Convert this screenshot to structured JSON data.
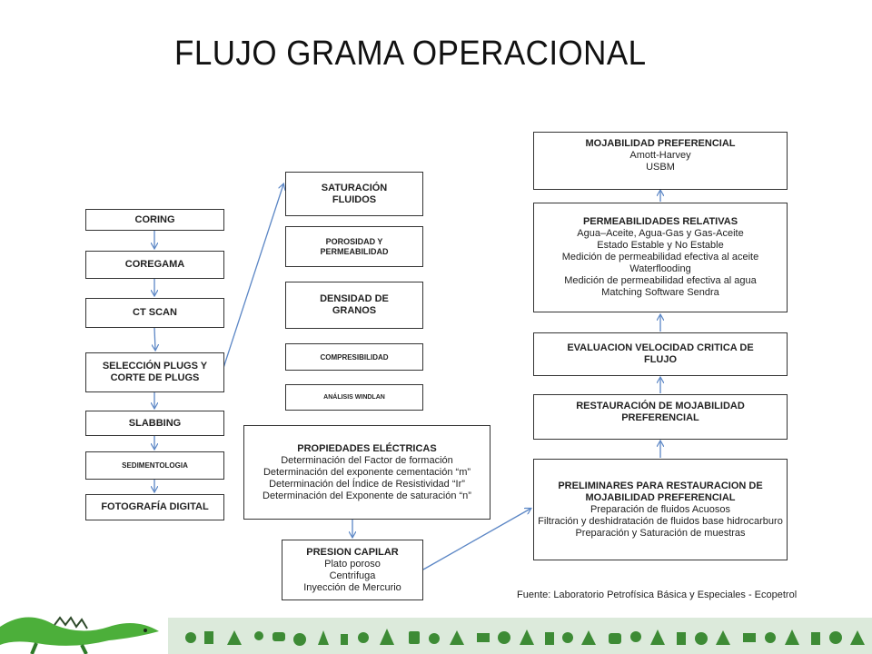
{
  "title": "FLUJO GRAMA OPERACIONAL",
  "column1": [
    "CORING",
    "COREGAMA",
    "CT SCAN",
    "SELECCIÓN PLUGS Y CORTE DE PLUGS",
    "SLABBING",
    "SEDIMENTOLOGIA",
    "FOTOGRAFÍA DIGITAL"
  ],
  "column2": {
    "saturacion": "SATURACIÓN FLUIDOS",
    "porosidad": "POROSIDAD Y PERMEABILIDAD",
    "densidad": "DENSIDAD DE GRANOS",
    "compresibilidad": "COMPRESIBILIDAD",
    "analisis": "ANÁLISIS WINDLAN",
    "propiedades": {
      "heading": "PROPIEDADES ELÉCTRICAS",
      "lines": [
        "Determinación del Factor de formación",
        "Determinación del exponente cementación “m”",
        "Determinación del Índice de Resistividad “Ir”",
        "Determinación del Exponente de saturación “n”"
      ]
    },
    "presion": {
      "heading": "PRESION CAPILAR",
      "lines": [
        "Plato poroso",
        "Centrifuga",
        "Inyección de Mercurio"
      ]
    }
  },
  "column3": {
    "mojabilidad": {
      "heading": "MOJABILIDAD PREFERENCIAL",
      "lines": [
        "Amott-Harvey",
        "USBM"
      ]
    },
    "permeabilidades": {
      "heading": "PERMEABILIDADES RELATIVAS",
      "lines": [
        "Agua–Aceite, Agua-Gas y Gas-Aceite",
        "Estado Estable y No Estable",
        "Medición de permeabilidad efectiva al aceite",
        "Waterflooding",
        "Medición de permeabilidad efectiva al agua",
        "Matching Software Sendra"
      ]
    },
    "evaluacion": "EVALUACION VELOCIDAD CRITICA DE FLUJO",
    "restauracion": "RESTAURACIÓN DE MOJABILIDAD PREFERENCIAL",
    "preliminares": {
      "heading": "PRELIMINARES PARA RESTAURACION DE MOJABILIDAD PREFERENCIAL",
      "lines": [
        "Preparación de fluidos Acuosos",
        "Filtración y deshidratación de fluidos base hidrocarburo",
        "Preparación y Saturación de muestras"
      ]
    }
  },
  "source": "Fuente: Laboratorio Petrofísica Básica y Especiales - Ecopetrol",
  "colors": {
    "arrow": "#5b86c5",
    "border": "#333333",
    "deco_green": "#3d8b35",
    "deco_dark": "#2e4a2a"
  }
}
